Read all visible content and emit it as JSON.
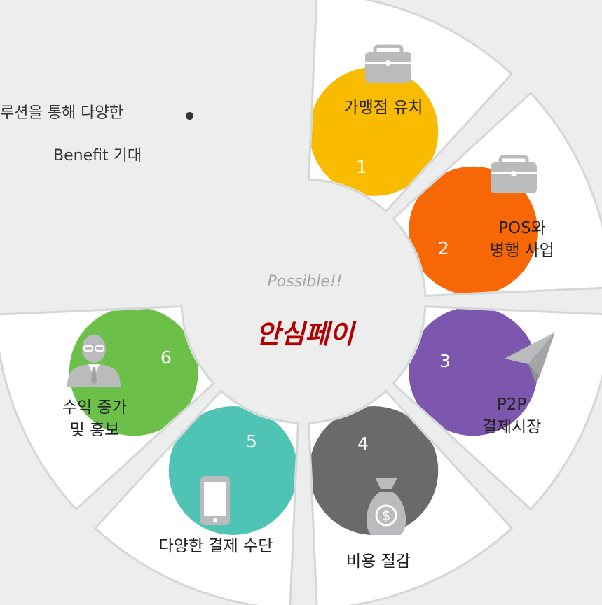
{
  "side_text": {
    "line1": "루션을 통해 다양한",
    "line2": "Benefit 기대"
  },
  "center": {
    "subtitle": "Possible!!",
    "title": "안심페이"
  },
  "segments": [
    {
      "number": "1",
      "label_lines": [
        "가맹점 유치"
      ],
      "icon": "briefcase-icon",
      "color": "#f9bb00"
    },
    {
      "number": "2",
      "label_lines": [
        "POS와",
        "병행 사업"
      ],
      "icon": "briefcase-icon",
      "color": "#f86705"
    },
    {
      "number": "3",
      "label_lines": [
        "P2P",
        "결제시장"
      ],
      "icon": "paper-plane-icon",
      "color": "#7d57ae"
    },
    {
      "number": "4",
      "label_lines": [
        "비용 절감"
      ],
      "icon": "money-bag-icon",
      "color": "#6a6a6a"
    },
    {
      "number": "5",
      "label_lines": [
        "다양한 결제 수단"
      ],
      "icon": "smartphone-icon",
      "color": "#4fc3b4"
    },
    {
      "number": "6",
      "label_lines": [
        "수익 증가",
        "및 홍보"
      ],
      "icon": "businessman-icon",
      "color": "#6cc04a"
    }
  ],
  "colors": {
    "background": "#eceded",
    "card": "#ffffff",
    "card_border": "#d4d6d8",
    "icon": "#b9bbbd",
    "title": "#b40000"
  }
}
